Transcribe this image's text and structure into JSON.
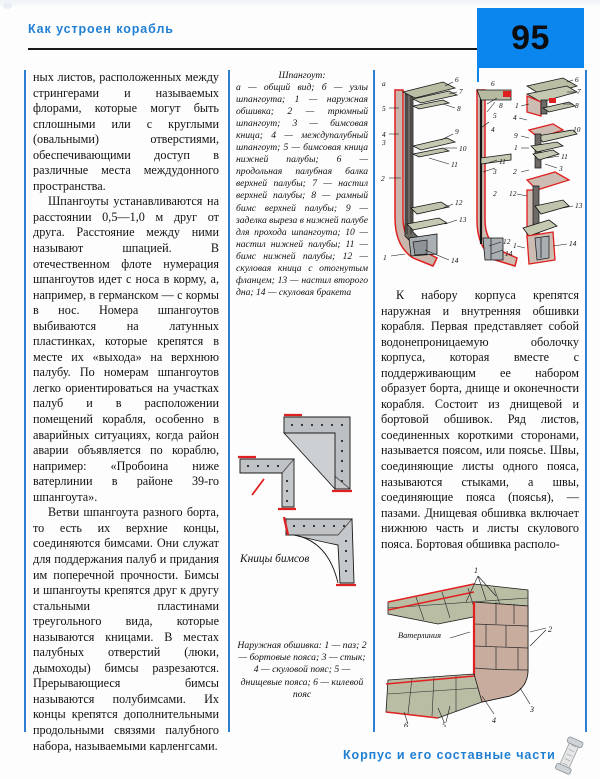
{
  "header": {
    "title": "Как устроен корабль",
    "page_number": "95",
    "accent_color": "#1f7fd4",
    "box_color": "#0a86ee"
  },
  "footer": {
    "title": "Корпус и его составные части",
    "icon": "rivet-icon"
  },
  "column1": {
    "paragraphs": [
      "ных листов, расположенных между стрингерами и называемых флорами, которые могут быть сплошными или с круглыми (овальными) отверстиями, обеспечивающими доступ в различные места междудонного пространства.",
      "Шпангоуты устанавливаются на расстоянии 0,5—1,0 м друг от друга. Расстояние между ними называют шпацией. В отечественном флоте нумерация шпангоутов идет с носа в корму, а, например, в германском — с кормы в нос. Номера шпангоутов выбиваются на латунных пластинках, которые крепятся в месте их «выхода» на верхнюю палубу. По номерам шпангоутов легко ориентироваться на участках палуб и в расположении помещений корабля, особенно в аварийных ситуациях, когда район аварии объявляется по кораблю, например: «Пробоина ниже ватерлинии в районе 39-го шпангоута».",
      "Ветви шпангоута разного борта, то есть их верхние концы, соединяются бимсами. Они служат для поддержания палуб и придания им поперечной прочности. Бимсы и шпангоуты крепятся друг к другу стальными пластинами треугольного вида, которые называются кницами. В местах палубных отверстий (люки, дымоходы) бимсы разрезаются. Прерывающиеся бимсы называются полубимсами. Их концы крепятся дополнительными продольными связями палубного набора, называемыми карленгсами."
    ]
  },
  "column2": {
    "frame_caption_title": "Шпангоут:",
    "frame_caption_body": "а — общий вид; б — узлы шпангоута; 1 — наружная обшивка; 2 — трюмный шпангоут; 3 — бимсовая кница; 4 — междупалубный шпангоут; 5 — бимсовая кница нижней палубы; 6 — продольная палубная балка верхней палубы; 7 — настил верхней палубы; 8 — рамный бимс верхней палубы; 9 — заделка выреза в нижней палубе для прохода шпангоута; 10 — настил нижней палубы; 11 — бимс нижней палубы; 12 — скуловая кница с отогнутым фланцем; 13 — настил второго дна; 14 — скуловая бракета",
    "knees_figure_label": "Кницы бимсов",
    "plating_caption": "Наружная обшивка: 1 — паз; 2 — бортовые пояса; 3 — стык; 4 — скуловой пояс; 5 — днищевые пояса; 6 — килевой пояс"
  },
  "column3": {
    "paragraphs": [
      "К набору корпуса крепятся наружная и внутренняя обшивки корабля. Первая представляет собой водонепроницаемую оболочку корпуса, которая вместе с поддерживающим ее набором образует борта, днище и оконечности корабля. Состоит из днищевой и бортовой обшивок. Ряд листов, соединенных короткими сторонами, называется поясом, или поясье. Швы, соединяющие листы одного пояса, называются стыками, а швы, соединяющие пояса (поясья), — пазами. Днищевая обшивка включает нижнюю часть и листы скулового пояса. Бортовая обшивка располо-"
    ]
  },
  "figures": {
    "frame_section": {
      "name": "frame-cross-section-diagram",
      "view_labels": [
        "а",
        "б"
      ],
      "callouts": [
        "1",
        "2",
        "3",
        "4",
        "5",
        "6",
        "7",
        "8",
        "9",
        "10",
        "11",
        "12",
        "13",
        "14"
      ]
    },
    "beam_knees": {
      "name": "beam-knees-diagram",
      "count": 3
    },
    "hull_plating": {
      "name": "hull-plating-diagram",
      "waterline_label": "Ватерлиния",
      "callouts": [
        "1",
        "2",
        "3",
        "4",
        "5",
        "6"
      ]
    }
  }
}
